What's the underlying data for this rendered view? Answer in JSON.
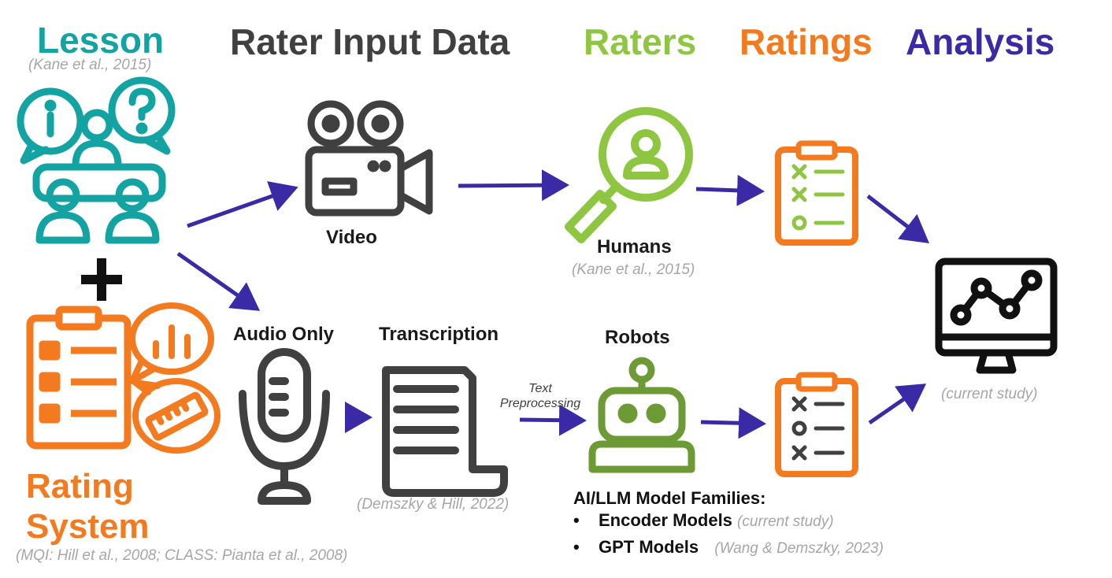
{
  "colors": {
    "lesson": "#13a3a3",
    "rater_input": "#404040",
    "raters": "#8ec641",
    "ratings": "#f47a1f",
    "analysis": "#3a2aa5",
    "robot": "#6c9a35",
    "arrow": "#3a2aa5",
    "citation": "#a6a6a6"
  },
  "headers": {
    "lesson": "Lesson",
    "rater_input": "Rater Input Data",
    "raters": "Raters",
    "ratings": "Ratings",
    "analysis": "Analysis"
  },
  "lesson_citation": "(Kane et al., 2015)",
  "rating_system": {
    "line1": "Rating",
    "line2": "System",
    "citation": "(MQI: Hill et al., 2008; CLASS: Pianta et al., 2008)"
  },
  "inputs": {
    "video": "Video",
    "audio": "Audio Only",
    "transcription": "Transcription",
    "transcription_citation": "(Demszky & Hill, 2022)",
    "preprocessing_line1": "Text",
    "preprocessing_line2": "Preprocessing"
  },
  "raters": {
    "humans": "Humans",
    "humans_citation": "(Kane et al., 2015)",
    "robots": "Robots"
  },
  "analysis_citation": "(current study)",
  "model_families": {
    "title": "AI/LLM Model Families:",
    "items": [
      {
        "bullet": "•",
        "label": "Encoder Models",
        "citation": "(current study)"
      },
      {
        "bullet": "•",
        "label": "GPT Models",
        "citation": "(Wang & Demszky, 2023)"
      }
    ]
  },
  "icons": [
    "meeting-people-icon",
    "plus-icon",
    "clipboard-list-icon",
    "bar-chart-bubble-icon",
    "ruler-bubble-icon",
    "video-camera-icon",
    "microphone-icon",
    "document-scroll-icon",
    "person-search-magnifier-icon",
    "robot-icon",
    "checklist-clipboard-icon",
    "monitor-line-chart-icon"
  ]
}
